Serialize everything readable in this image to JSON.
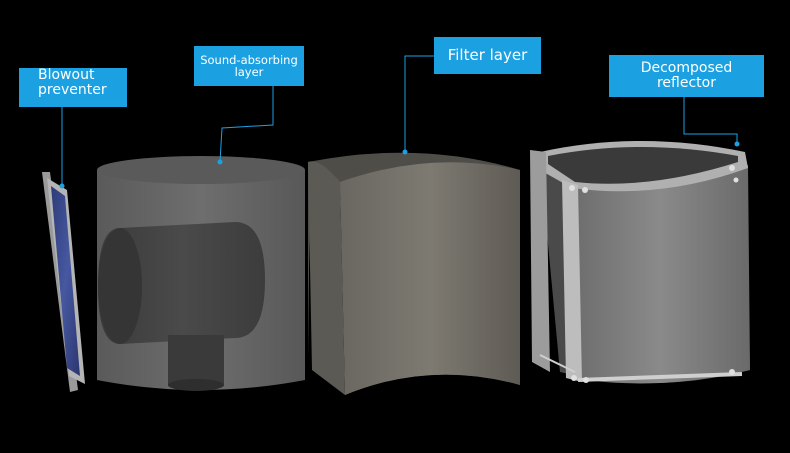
{
  "labels": {
    "blowout": {
      "line1": "Blowout",
      "line2": "preventer"
    },
    "sound": {
      "line1": "Sound-absorbing",
      "line2": "layer"
    },
    "filter": {
      "text": "Filter layer"
    },
    "reflector": {
      "line1": "Decomposed",
      "line2": "reflector"
    }
  },
  "colors": {
    "background": "#000000",
    "label_fill": "#1ba1e2",
    "label_text": "#ffffff",
    "leader_line": "#1ba1e2",
    "panel_blue": "#3a4a8a",
    "gray_body": "#6a6a6a"
  },
  "parts": [
    {
      "name": "Blowout preventer",
      "depiction": "flat-blue-panel"
    },
    {
      "name": "Sound-absorbing layer",
      "depiction": "translucent-cylinder-with-inner-tube"
    },
    {
      "name": "Filter layer",
      "depiction": "curved-sheet"
    },
    {
      "name": "Decomposed reflector",
      "depiction": "cylinder-with-metal-frame"
    }
  ]
}
